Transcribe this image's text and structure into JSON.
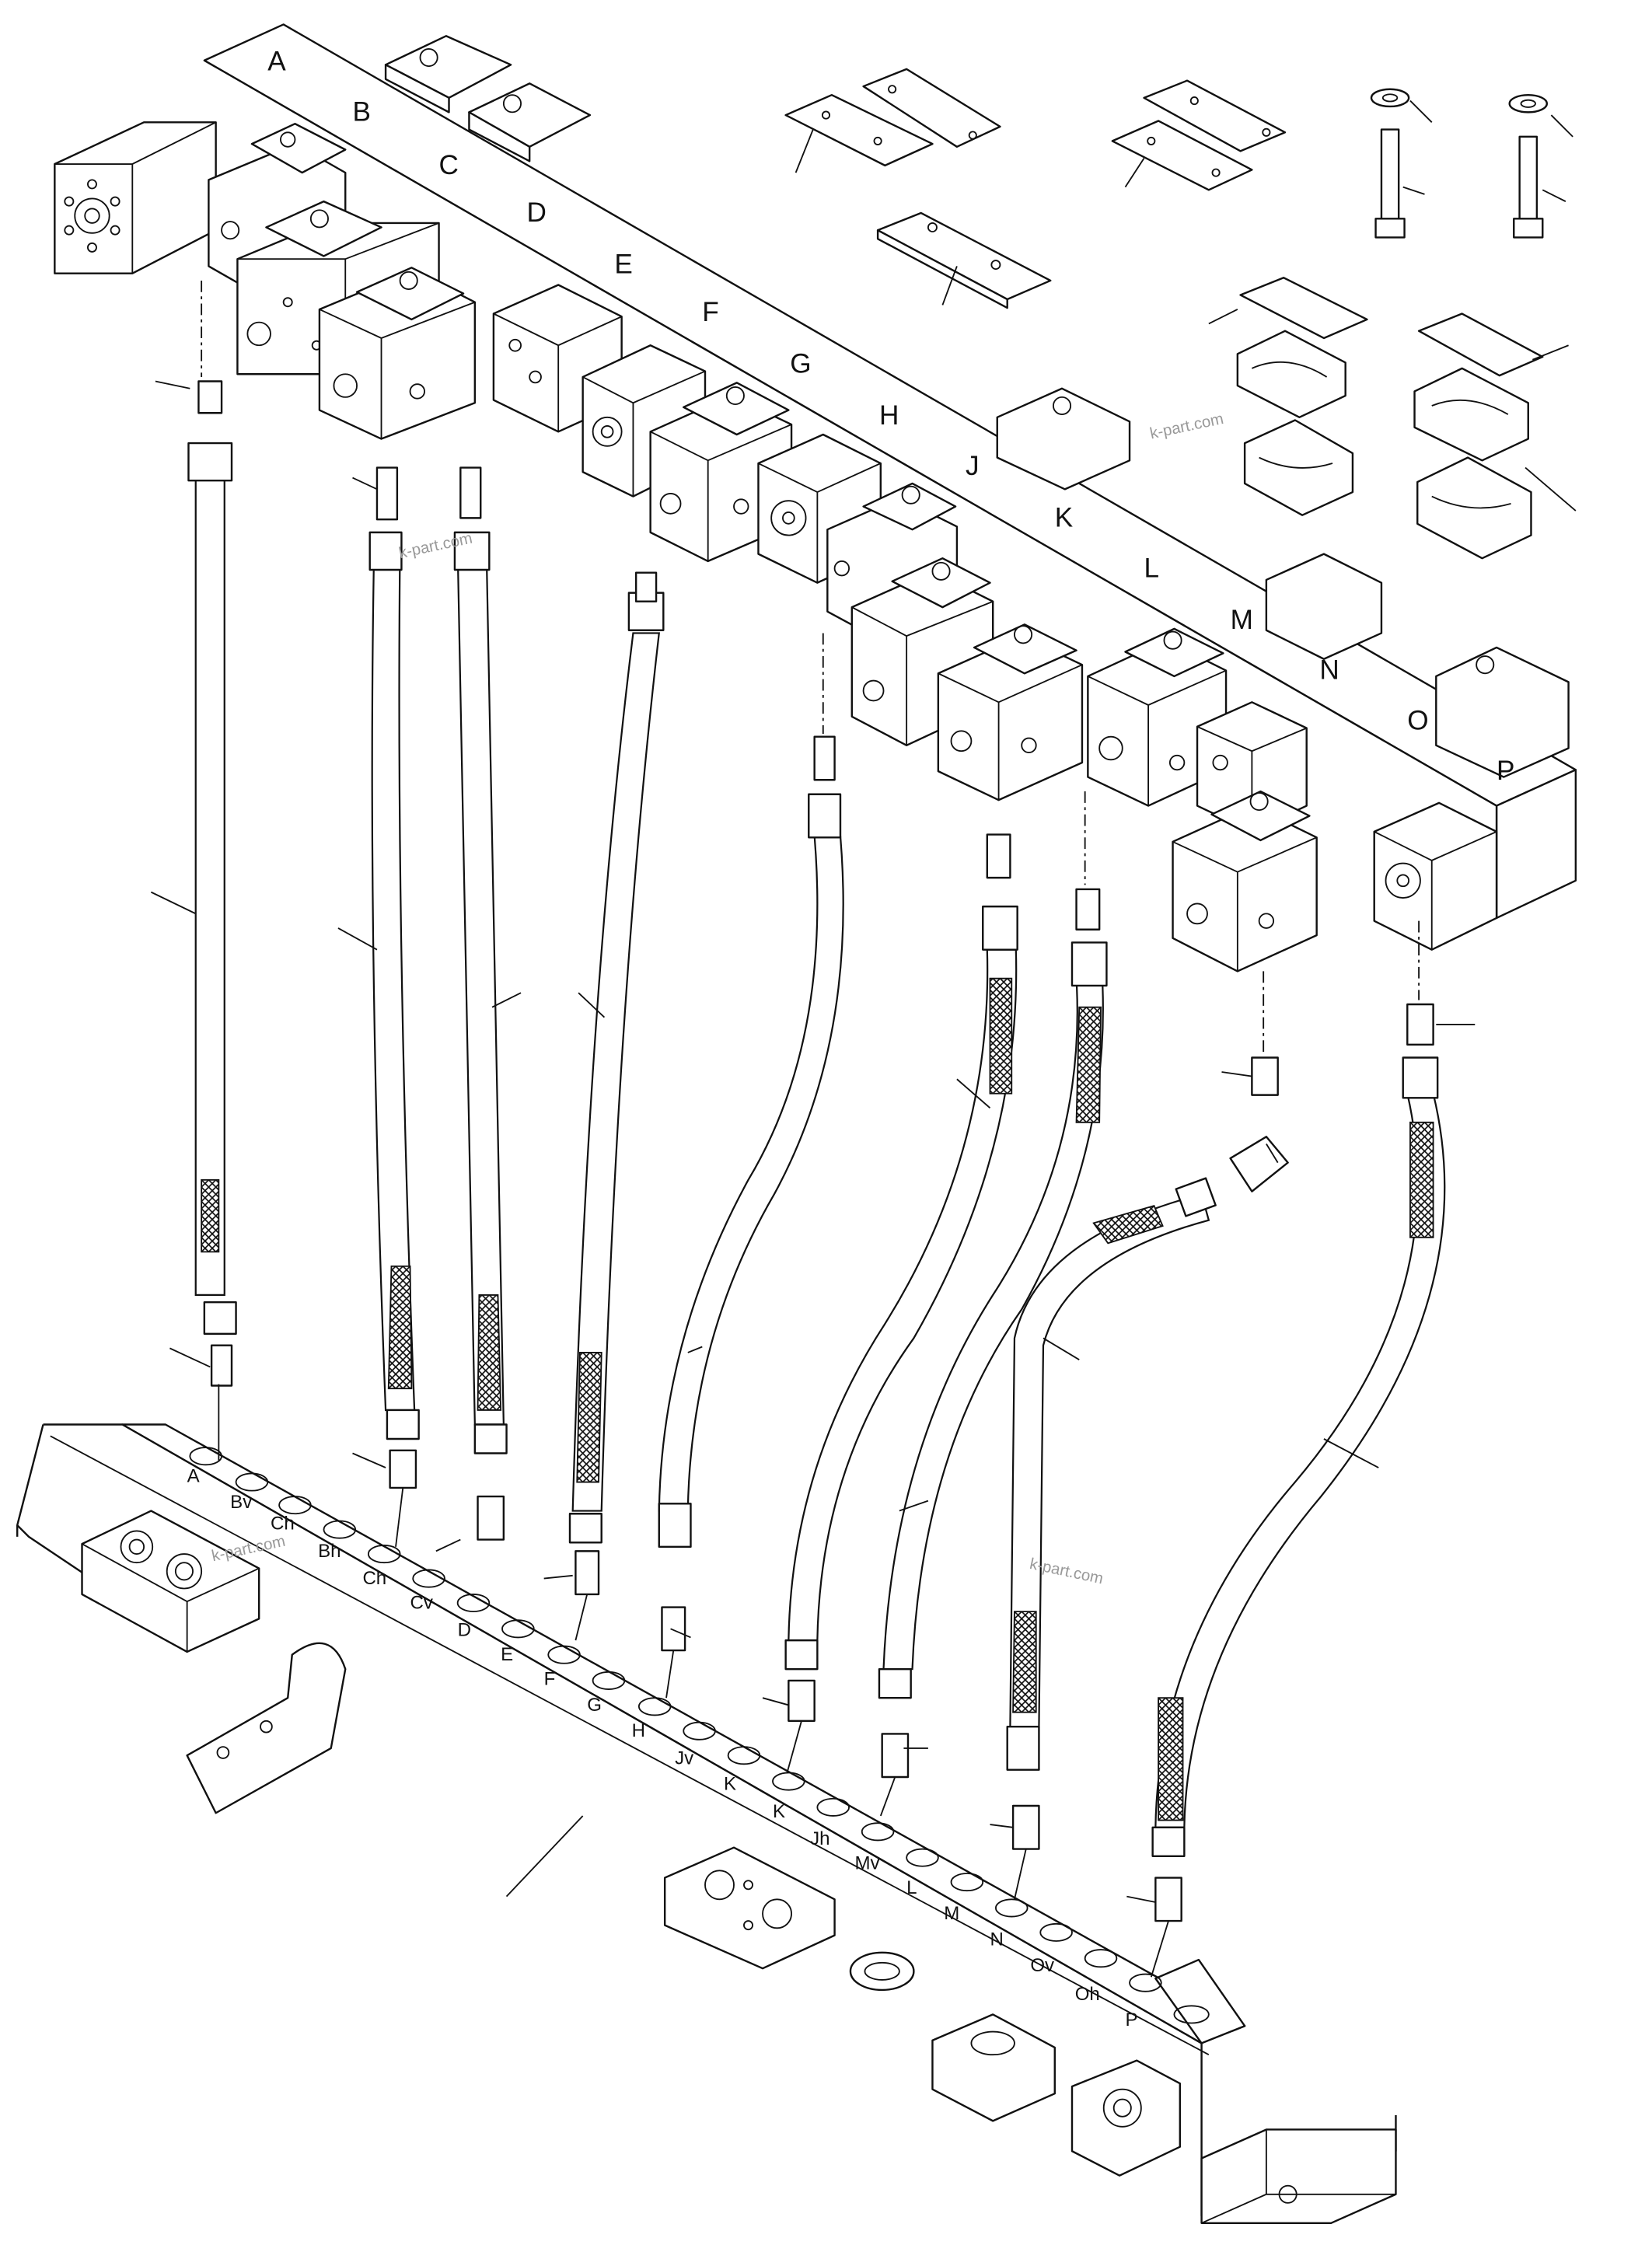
{
  "valve_block": {
    "section_labels": [
      "A",
      "B",
      "C",
      "D",
      "E",
      "F",
      "G",
      "H",
      "J",
      "K",
      "L",
      "M",
      "N",
      "O",
      "P"
    ]
  },
  "manifold": {
    "port_labels": [
      "A",
      "Bv",
      "Ch",
      "Bh",
      "Ch",
      "Cv",
      "D",
      "E",
      "F",
      "G",
      "H",
      "Jv",
      "K",
      "K",
      "Jh",
      "Mv",
      "L",
      "M",
      "N",
      "Ov",
      "Oh",
      "P"
    ]
  },
  "watermarks": [
    "k-part.com",
    "k-part.com",
    "k-part.com",
    "k-part.com"
  ],
  "colors": {
    "line": "#111111",
    "background": "#ffffff",
    "watermark": "#999999"
  }
}
